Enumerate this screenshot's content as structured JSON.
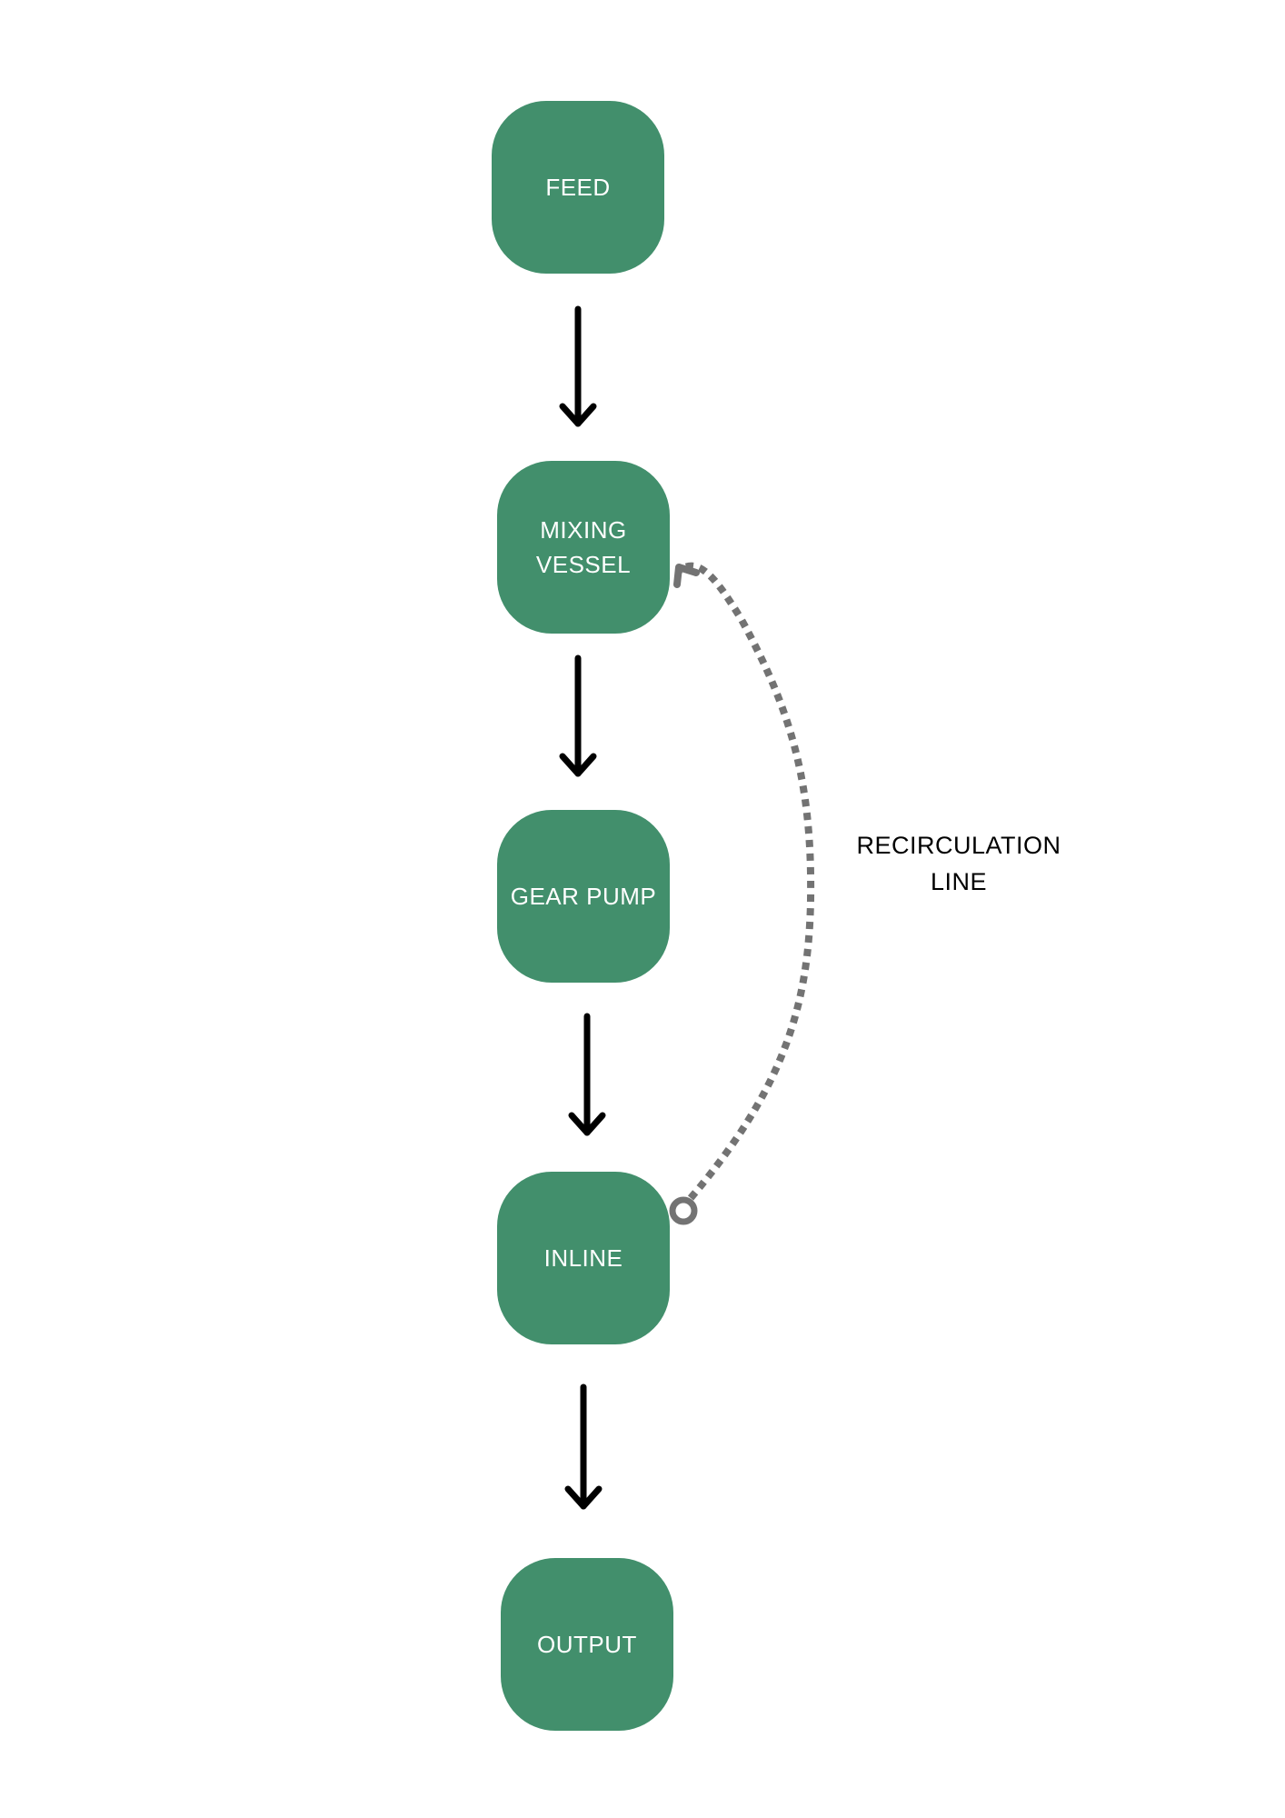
{
  "diagram": {
    "nodes": [
      {
        "id": "feed",
        "label": "FEED"
      },
      {
        "id": "mixing",
        "label": "MIXING\nVESSEL"
      },
      {
        "id": "gear",
        "label": "GEAR PUMP"
      },
      {
        "id": "inline",
        "label": "INLINE"
      },
      {
        "id": "output",
        "label": "OUTPUT"
      }
    ],
    "edges": [
      {
        "from": "feed",
        "to": "mixing",
        "style": "solid"
      },
      {
        "from": "mixing",
        "to": "gear",
        "style": "solid"
      },
      {
        "from": "gear",
        "to": "inline",
        "style": "solid"
      },
      {
        "from": "inline",
        "to": "output",
        "style": "solid"
      },
      {
        "from": "inline",
        "to": "mixing",
        "style": "dotted",
        "label": "RECIRCULATION\nLINE"
      }
    ]
  },
  "colors": {
    "node_fill": "#428f6c",
    "node_text": "#ffffff",
    "arrow": "#000000",
    "recirculation": "#737373",
    "label_text": "#000000",
    "background": "#ffffff"
  }
}
